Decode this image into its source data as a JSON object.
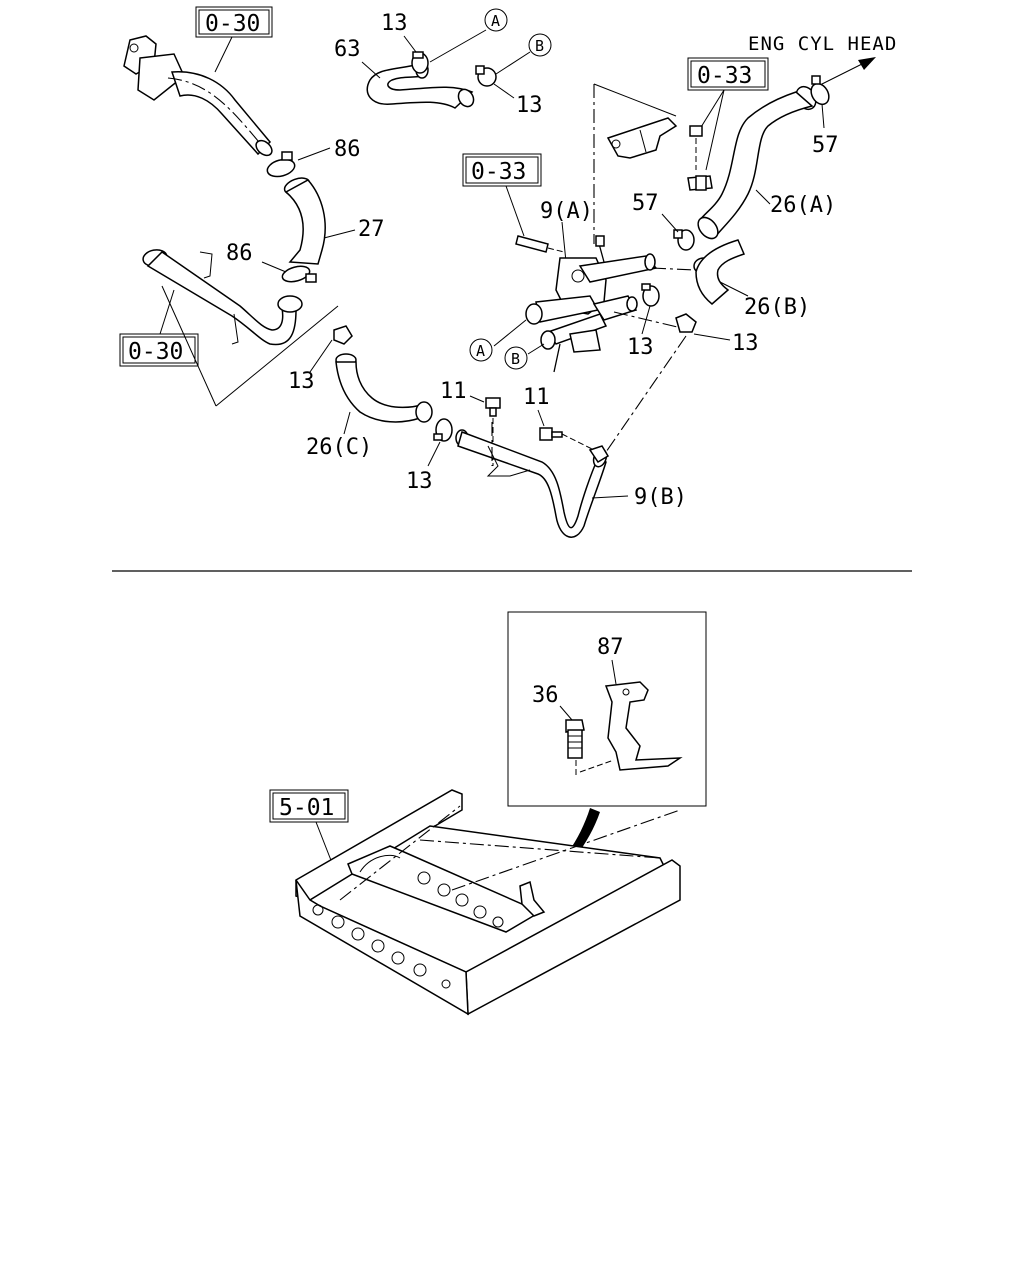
{
  "header": {
    "direction_label": "ENG CYL HEAD"
  },
  "refs": {
    "r030_top": "0-30",
    "r030_left": "0-30",
    "r033_right": "0-33",
    "r033_mid": "0-33",
    "r501": "5-01"
  },
  "circled": {
    "a1": "A",
    "b1": "B",
    "a2": "A",
    "b2": "B"
  },
  "labels": {
    "p13_a": "13",
    "p63": "63",
    "p13_b": "13",
    "p86_a": "86",
    "p27": "27",
    "p86_b": "86",
    "p13_c": "13",
    "p26c": "26(C)",
    "p13_d": "13",
    "p11_a": "11",
    "p11_b": "11",
    "p9b": "9(B)",
    "p9a": "9(A)",
    "p57_a": "57",
    "p13_e": "13",
    "p13_f": "13",
    "p26b": "26(B)",
    "p26a": "26(A)",
    "p57_b": "57",
    "p87": "87",
    "p36": "36"
  }
}
